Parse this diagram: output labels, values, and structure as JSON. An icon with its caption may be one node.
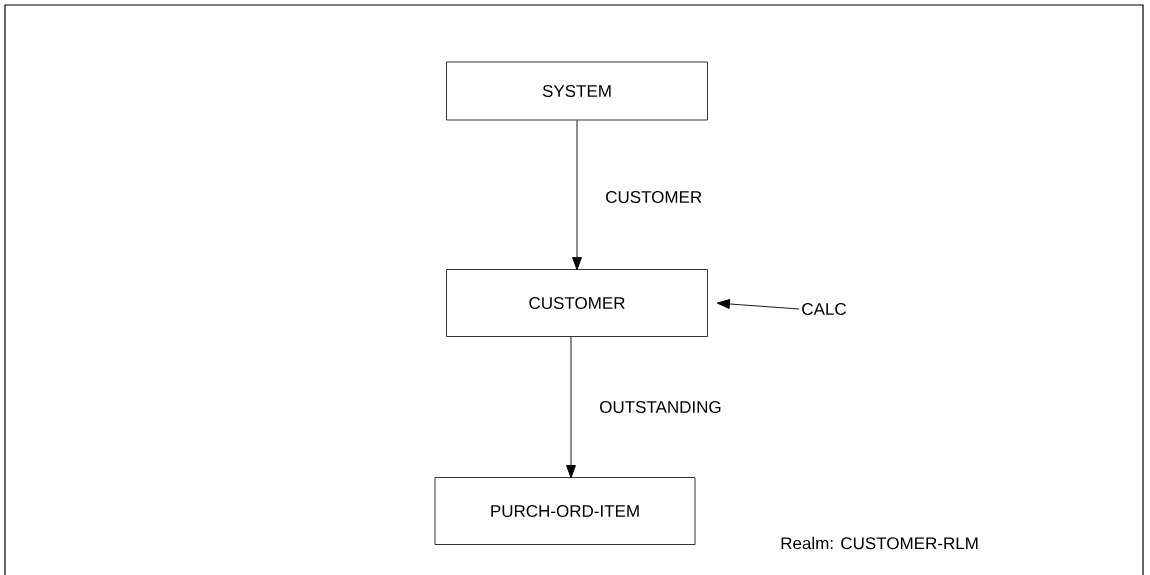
{
  "diagram": {
    "nodes": [
      {
        "text": [
          "SYSTEM"
        ]
      },
      {
        "text": [
          "CUSTOMER"
        ]
      },
      {
        "text": [
          "PURCH-ORD-ITEM"
        ]
      },
      {
        "text": [
          "CALC"
        ]
      }
    ],
    "edges": [
      {
        "from": 0,
        "to": 1,
        "arrow": "to",
        "label": "CUSTOMER"
      },
      {
        "from": 1,
        "to": 2,
        "arrow": "to",
        "label": "OUTSTANDING"
      },
      {
        "from": 3,
        "to": 1,
        "arrow": "to"
      }
    ],
    "labels": [
      "Realm: CUSTOMER-RLM"
    ]
  }
}
